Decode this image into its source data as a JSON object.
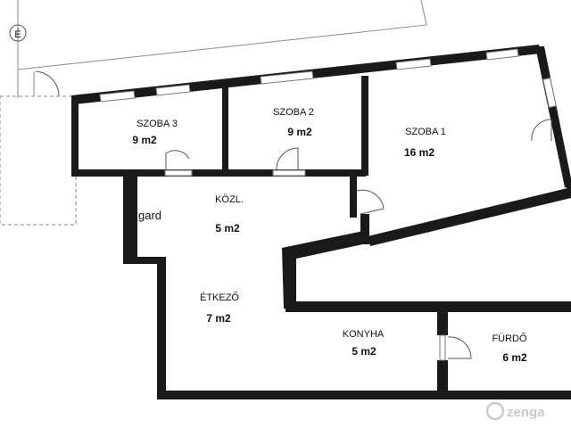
{
  "rooms": {
    "szoba3": {
      "name": "SZOBA 3",
      "area": "9 m2"
    },
    "szoba2": {
      "name": "SZOBA 2",
      "area": "9 m2"
    },
    "szoba1": {
      "name": "SZOBA 1",
      "area": "16 m2"
    },
    "kozl": {
      "name": "KÖZL.",
      "area": "5 m2"
    },
    "gard": {
      "name": "gard"
    },
    "etkezo": {
      "name": "ÉTKEZŐ",
      "area": "7 m2"
    },
    "konyha": {
      "name": "KONYHA",
      "area": "5 m2"
    },
    "furdo": {
      "name": "FÜRDŐ",
      "area": "6 m2"
    }
  },
  "compass": {
    "label": "É"
  },
  "watermark": {
    "brand": "zenga",
    "color": "#c9c9c9"
  },
  "colors": {
    "wall": "#1a1a1a",
    "background": "#ffffff"
  }
}
